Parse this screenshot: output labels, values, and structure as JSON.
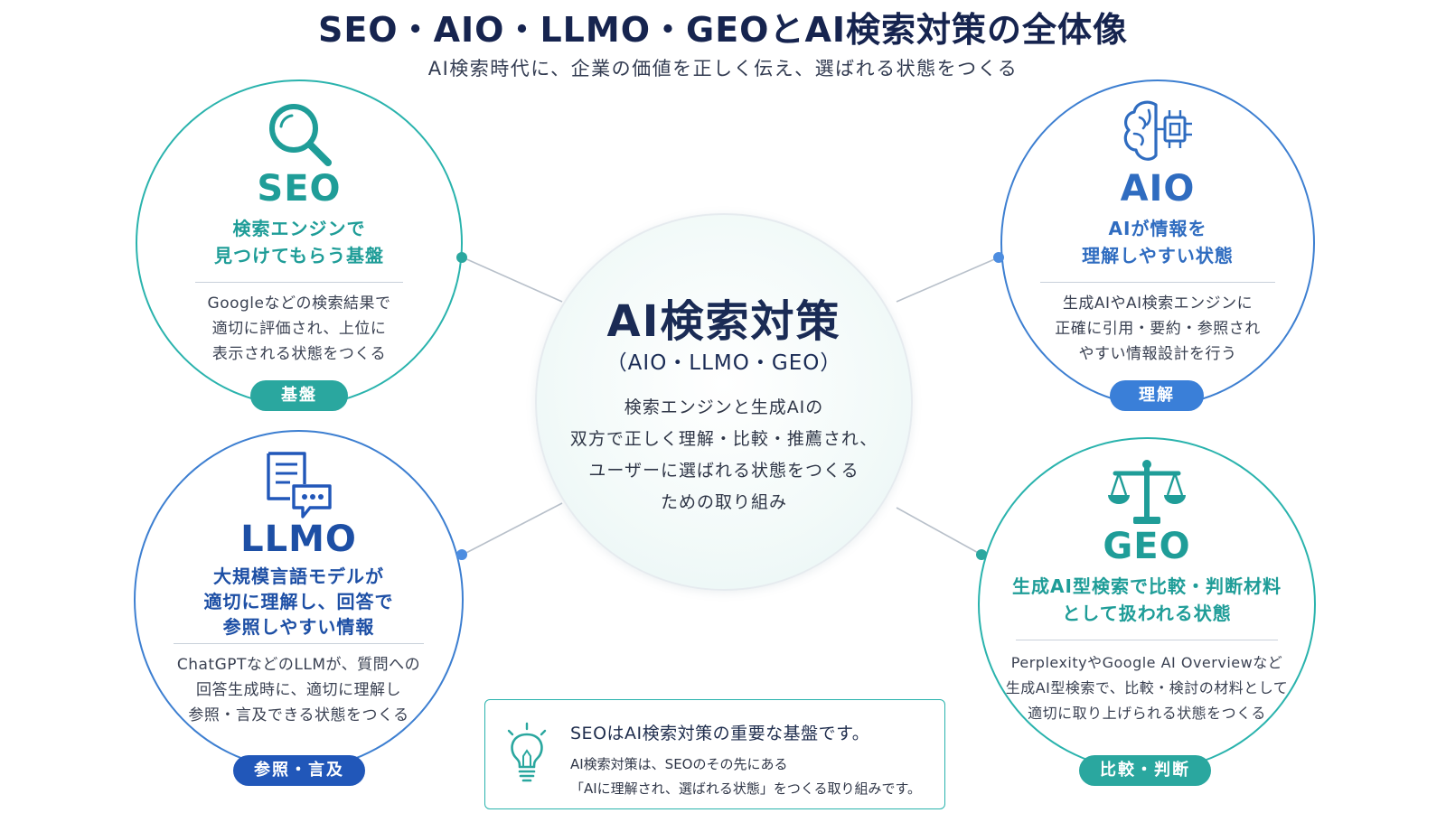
{
  "header": {
    "title": "SEO・AIO・LLMO・GEOとAI検索対策の全体像",
    "subtitle": "AI検索時代に、企業の価値を正しく伝え、選ばれる状態をつくる"
  },
  "center": {
    "title": "AI検索対策",
    "subtitle": "（AIO・LLMO・GEO）",
    "lines": [
      "検索エンジンと生成AIの",
      "双方で正しく理解・比較・推薦され、",
      "ユーザーに選ばれる状態をつくる",
      "ための取り組み"
    ]
  },
  "seo": {
    "icon": "search-icon",
    "name": "SEO",
    "tag_lines": [
      "検索エンジンで",
      "見つけてもらう基盤"
    ],
    "desc_lines": [
      "Googleなどの検索結果で",
      "適切に評価され、上位に",
      "表示される状態をつくる"
    ],
    "badge": "基盤",
    "color": "#2ab3ad"
  },
  "aio": {
    "icon": "brain-chip-icon",
    "name": "AIO",
    "tag_lines": [
      "AIが情報を",
      "理解しやすい状態"
    ],
    "desc_lines": [
      "生成AIやAI検索エンジンに",
      "正確に引用・要約・参照され",
      "やすい情報設計を行う"
    ],
    "badge": "理解",
    "color": "#3d7fd1"
  },
  "llmo": {
    "icon": "document-chat-icon",
    "name": "LLMO",
    "tag_lines": [
      "大規模言語モデルが",
      "適切に理解し、回答で",
      "参照しやすい情報"
    ],
    "desc_lines": [
      "ChatGPTなどのLLMが、質問への",
      "回答生成時に、適切に理解し",
      "参照・言及できる状態をつくる"
    ],
    "badge": "参照・言及",
    "color": "#2157b9"
  },
  "geo": {
    "icon": "scales-icon",
    "name": "GEO",
    "tag_lines": [
      "生成AI型検索で比較・判断材料",
      "として扱われる状態"
    ],
    "desc_lines": [
      "PerplexityやGoogle AI Overviewなど",
      "生成AI型検索で、比較・検討の材料として",
      "適切に取り上げられる状態をつくる"
    ],
    "badge": "比較・判断",
    "color": "#2aa79f"
  },
  "note": {
    "icon": "lightbulb-icon",
    "title": "SEOはAI検索対策の重要な基盤です。",
    "lines": [
      "AI検索対策は、SEOのその先にある",
      "「AIに理解され、選ばれる状態」をつくる取り組みです。"
    ]
  }
}
